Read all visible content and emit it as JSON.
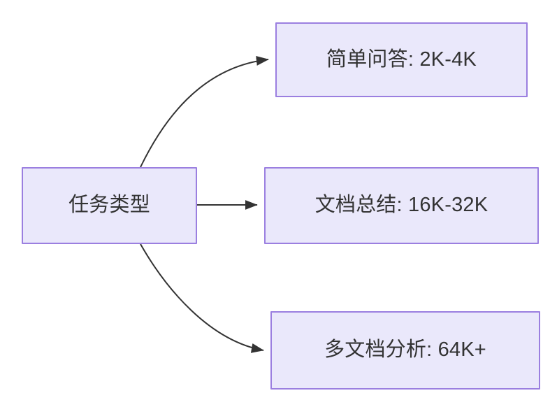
{
  "diagram": {
    "type": "flowchart",
    "direction": "left-to-right",
    "background_color": "#ffffff",
    "node_fill_color": "#eae8fb",
    "node_border_color": "#9b7fe0",
    "text_color": "#333333",
    "edge_color": "#333333",
    "root": {
      "id": "node-root",
      "label": "任务类型"
    },
    "branches": [
      {
        "id": "node-simple",
        "label": "简单问答: 2K-4K",
        "task": "简单问答",
        "range": "2K-4K"
      },
      {
        "id": "node-doc",
        "label": "文档总结: 16K-32K",
        "task": "文档总结",
        "range": "16K-32K"
      },
      {
        "id": "node-multi",
        "label": "多文档分析: 64K+",
        "task": "多文档分析",
        "range": "64K+"
      }
    ],
    "edges": [
      {
        "from": "任务类型",
        "to": "简单问答: 2K-4K",
        "style": "curved-up-arrow"
      },
      {
        "from": "任务类型",
        "to": "文档总结: 16K-32K",
        "style": "straight-arrow"
      },
      {
        "from": "任务类型",
        "to": "多文档分析: 64K+",
        "style": "curved-down-arrow"
      }
    ]
  }
}
